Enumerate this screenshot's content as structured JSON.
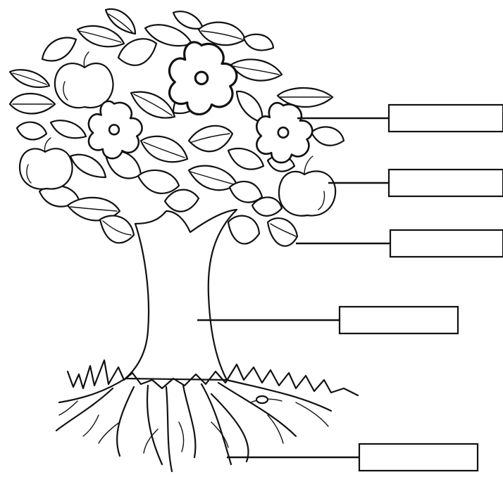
{
  "diagram": {
    "subject": "",
    "labels": [
      {
        "id": "flower",
        "text": ""
      },
      {
        "id": "fruit",
        "text": ""
      },
      {
        "id": "leaf",
        "text": ""
      },
      {
        "id": "stem",
        "text": ""
      },
      {
        "id": "root",
        "text": ""
      }
    ]
  }
}
